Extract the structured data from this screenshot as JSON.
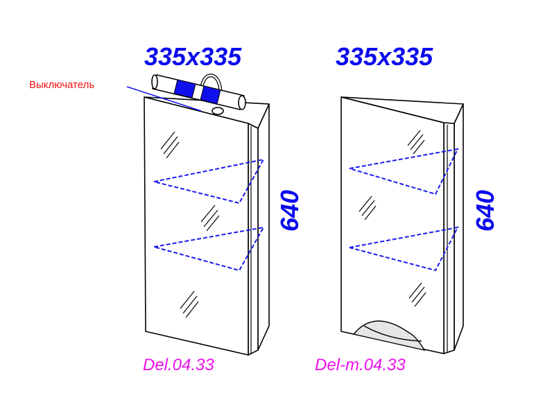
{
  "cabinets": [
    {
      "dimensions": "335x335",
      "height": "640",
      "model": "Del.04.33",
      "switch_label": "Выключатель"
    },
    {
      "dimensions": "335x335",
      "height": "640",
      "model": "Del-m.04.33"
    }
  ],
  "colors": {
    "dimension": "#0a0aee",
    "model": "#ee10ee",
    "switch_label": "#ee1111",
    "shelf": "#1a1aee"
  }
}
